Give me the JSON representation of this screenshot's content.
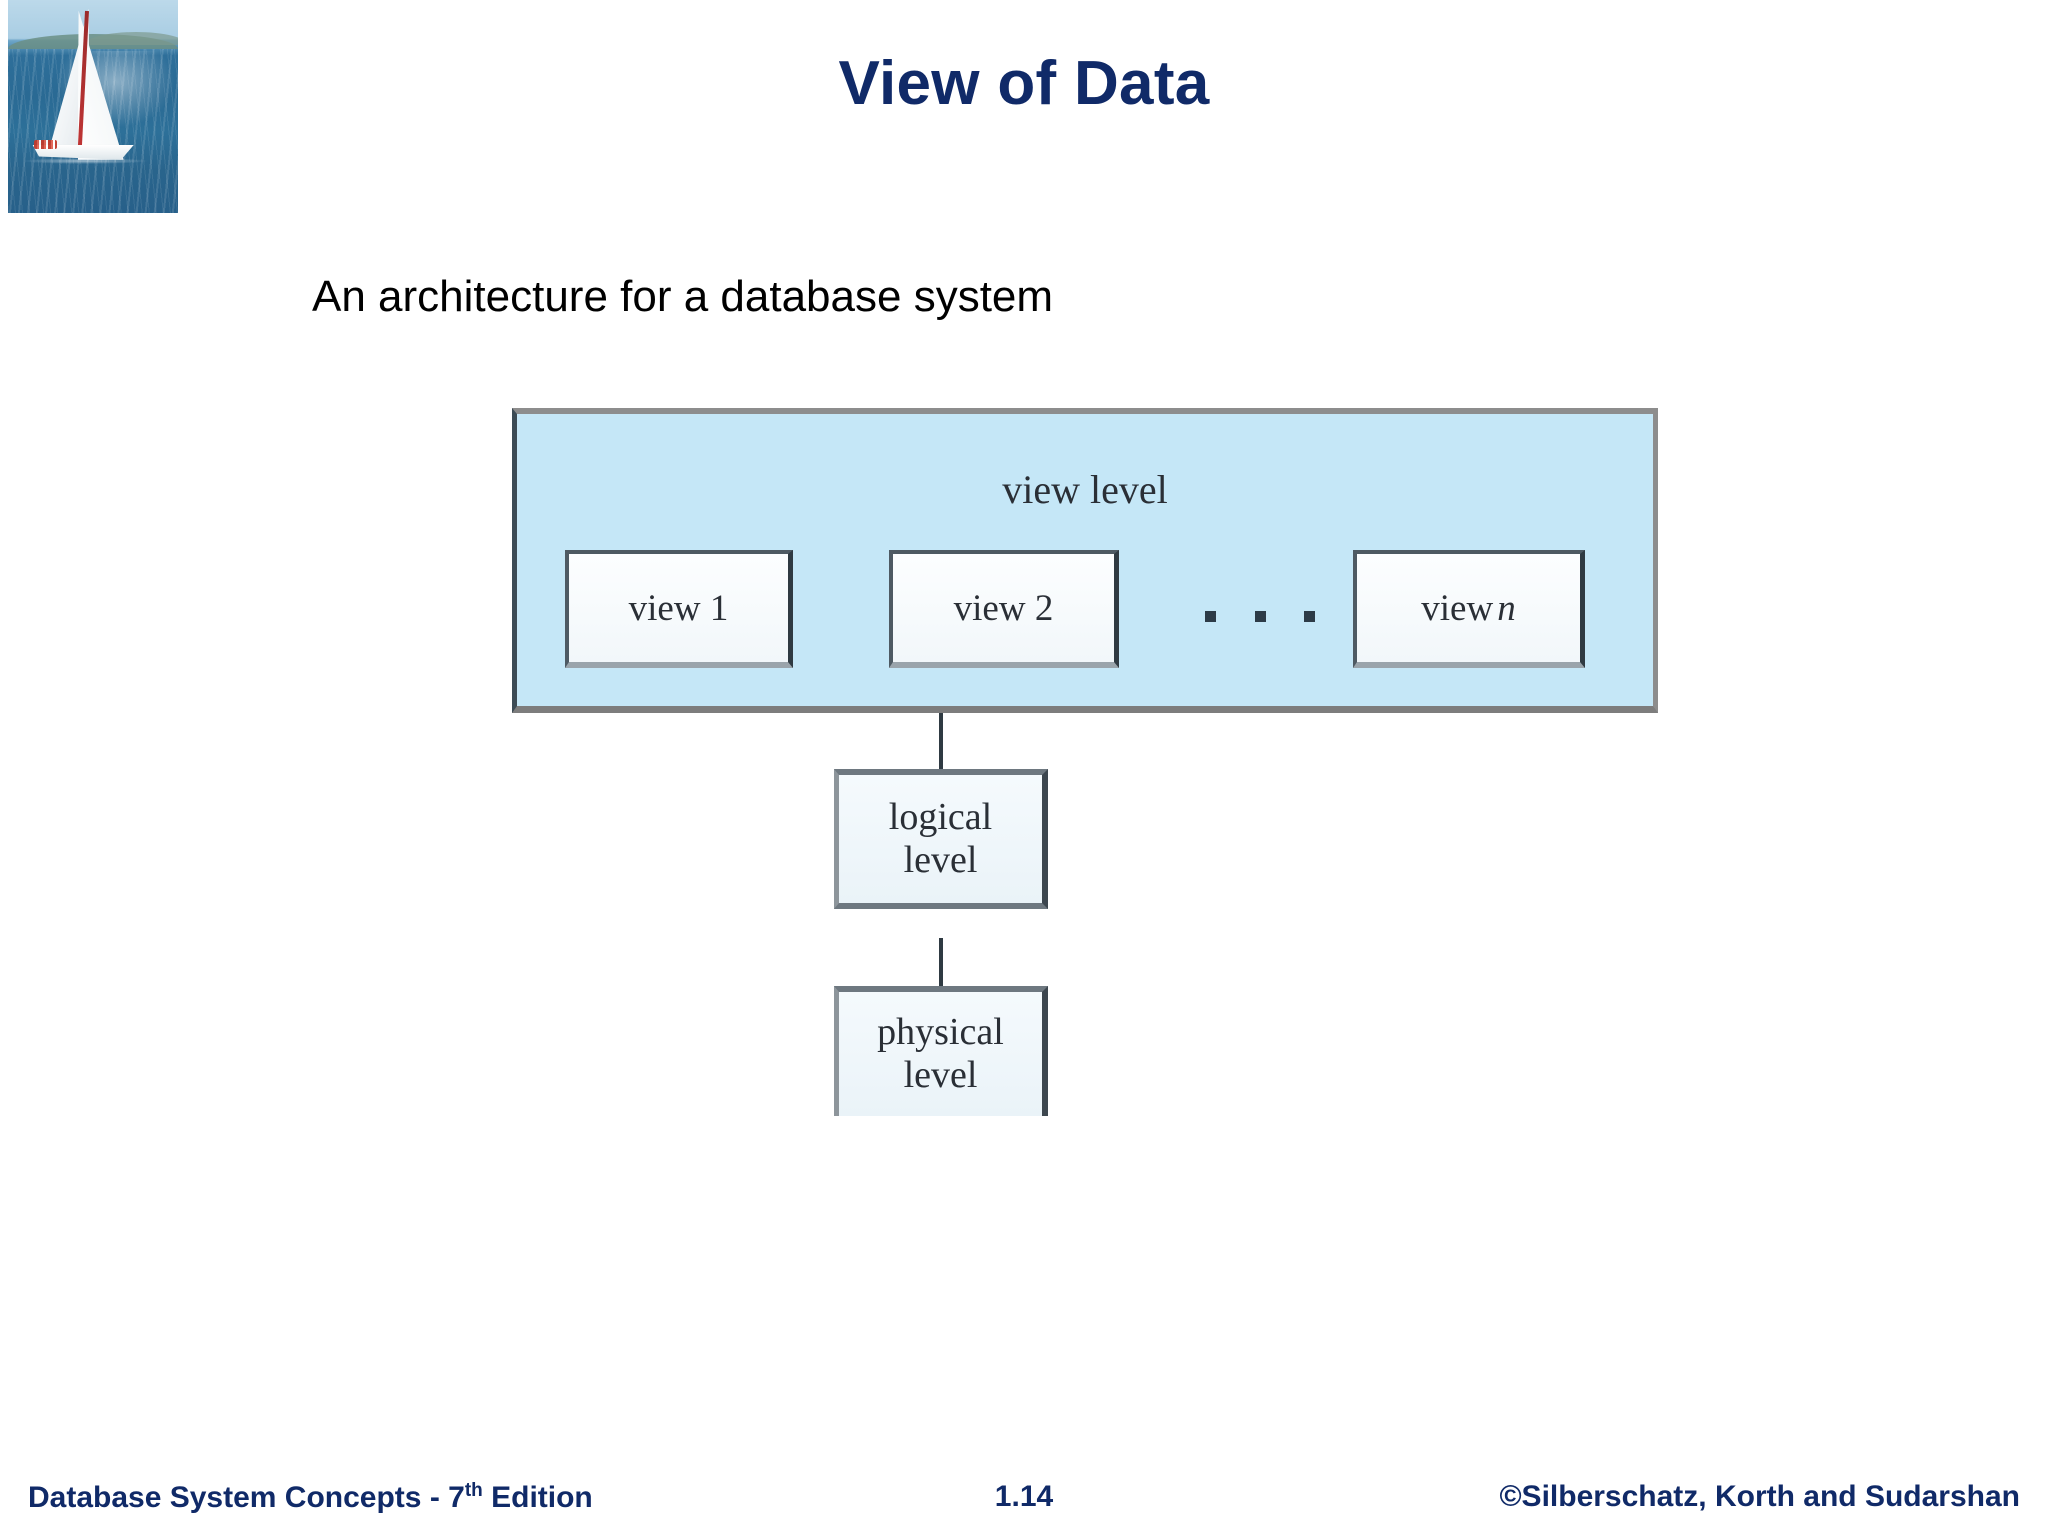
{
  "slide": {
    "title": "View of Data",
    "bullet": "An architecture for a database system",
    "title_color": "#102a68"
  },
  "logo": {
    "name": "sailboat-photo"
  },
  "figure": {
    "view_level": {
      "label": "view level",
      "background_color": "#c5e7f7",
      "views": [
        {
          "label": "view 1",
          "italic_suffix": ""
        },
        {
          "label": "view 2",
          "italic_suffix": ""
        },
        {
          "label": "view ",
          "italic_suffix": "n"
        }
      ],
      "ellipsis": "..."
    },
    "logical_level": {
      "line1": "logical",
      "line2": "level"
    },
    "physical_level": {
      "line1": "physical",
      "line2": "level"
    }
  },
  "footer": {
    "left_prefix": "Database System Concepts - 7",
    "left_sup": "th",
    "left_suffix": " Edition",
    "page_number": "1.14",
    "right": "©Silberschatz, Korth and Sudarshan"
  }
}
